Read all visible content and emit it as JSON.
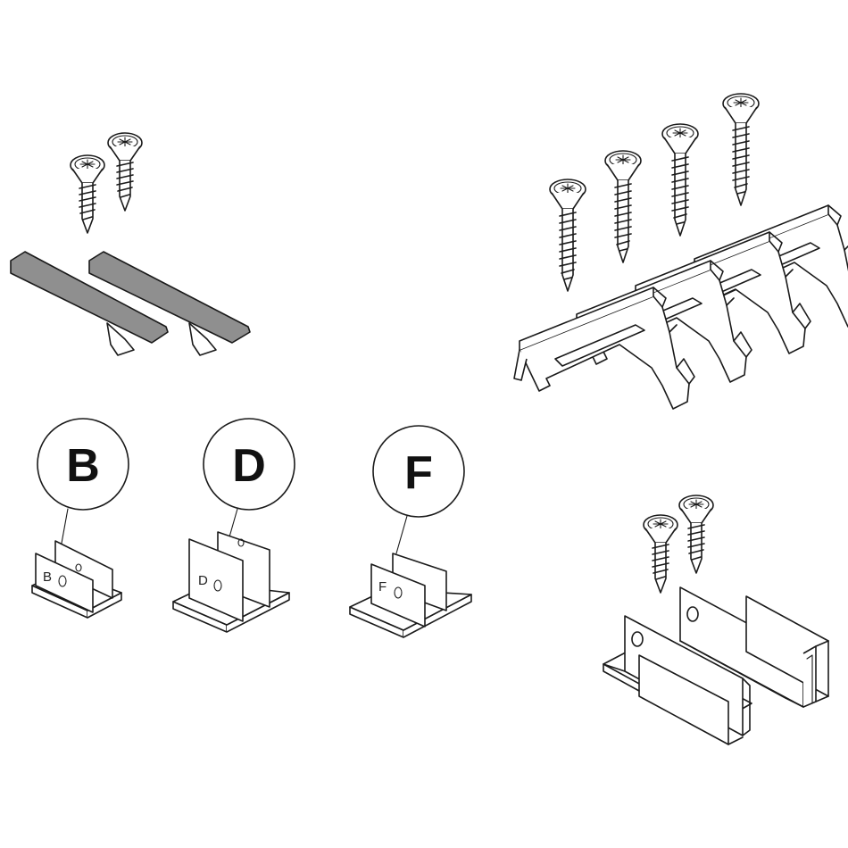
{
  "callouts": [
    {
      "letter": "B",
      "stamp": "B"
    },
    {
      "letter": "D",
      "stamp": "D"
    },
    {
      "letter": "F",
      "stamp": "F"
    }
  ],
  "icons": {
    "screw": "wood-screw-icon",
    "strip": "gray-strip-icon",
    "bracket": "u-bracket-icon",
    "angle": "angle-plate-icon",
    "channel": "channel-rail-icon"
  },
  "colors": {
    "line": "#1a1a1a",
    "strip_fill": "#8f8f8f",
    "background": "#ffffff"
  }
}
